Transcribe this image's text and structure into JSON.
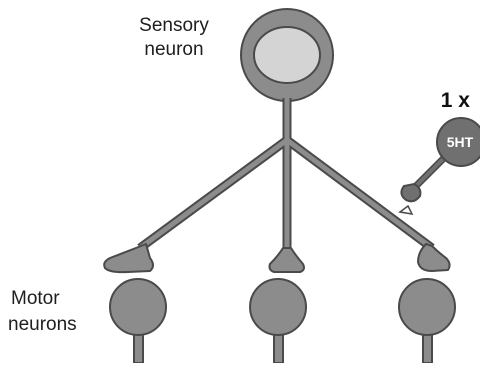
{
  "diagram": {
    "labels": {
      "sensory_line1": "Sensory",
      "sensory_line2": "neuron",
      "motor_line1": "Motor",
      "motor_line2": "neurons",
      "dose": "1 x",
      "transmitter": "5HT"
    },
    "colors": {
      "fill_gray": "#8c8c8c",
      "fill_light": "#d4d4d4",
      "stroke": "#4a4a4a",
      "transmitter_fill": "#707070",
      "background": "#ffffff"
    },
    "motor_neuron_count": 3
  }
}
